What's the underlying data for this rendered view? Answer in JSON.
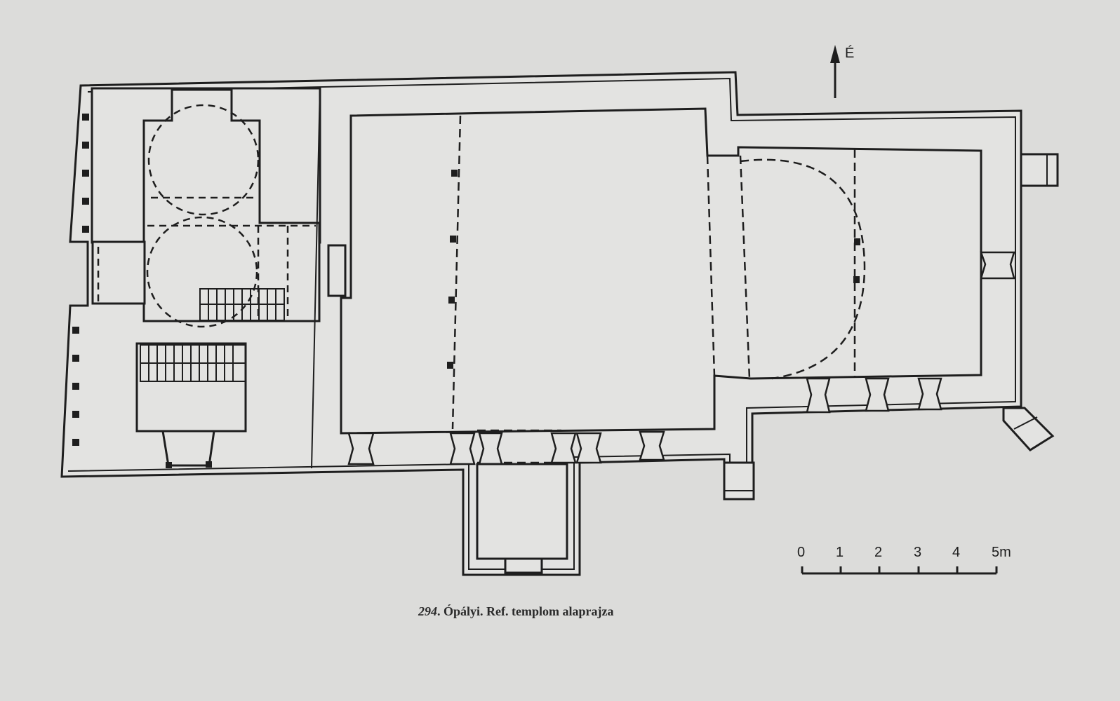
{
  "caption": {
    "number": "294",
    "text": ". Ópályi. Ref. templom alaprajza"
  },
  "north": {
    "label": "É"
  },
  "scale": {
    "ticks": [
      "0",
      "1",
      "2",
      "3",
      "4",
      "5m"
    ]
  },
  "colors": {
    "paper": "#dcdcda",
    "plan_fill": "#e3e3e1",
    "ink": "#1e1e1e"
  }
}
